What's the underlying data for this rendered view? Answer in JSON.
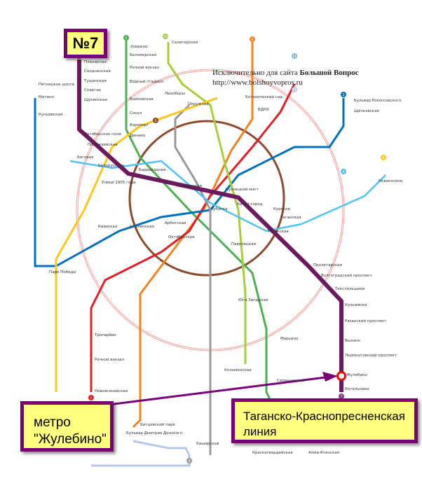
{
  "credit": {
    "line1_prefix": "Исключительно для сайта ",
    "line1_bold": "Большой Вопрос",
    "line2": "http://www.bolshoyvopros.ru"
  },
  "callouts": {
    "line_number": "№7",
    "station_line1": "метро",
    "station_line2": "\"Жулебино\"",
    "line_name_1": "Таганско-Краснопресненская",
    "line_name_2": "линия"
  },
  "colors": {
    "line7": "#6b1a5e",
    "highlight": "#ff0000",
    "callout_bg": "#ffff80",
    "callout_border": "#7a0078"
  },
  "line7": {
    "number": "7",
    "stations": [
      "Планерная",
      "Сходненская",
      "Тушинская",
      "Спартак",
      "Щукинская",
      "Октябрьское поле",
      "Полежаевская",
      "Беговая",
      "Улица 1905 года",
      "Баррикадная",
      "Пушкинская",
      "Кузнецкий мост",
      "Китай-город",
      "Таганская",
      "Пролетарская",
      "Волгоградский проспект",
      "Текстильщики",
      "Кузьминки",
      "Рязанский проспект",
      "Выхино",
      "Лермонтовский проспект",
      "Жулебино",
      "Котельники"
    ]
  },
  "other_stations": [
    "Ховрино",
    "Беломорская",
    "Речной вокзал",
    "Водный стадион",
    "Войковская",
    "Сокол",
    "Аэропорт",
    "Динамо",
    "Белорусская",
    "Селигерская",
    "Окружная",
    "Лихоборы",
    "ВДНХ",
    "Ботанический сад",
    "Бульвар Рокоссовского",
    "Щёлковская",
    "Парк Победы",
    "Киевская",
    "Смоленская",
    "Арбатская",
    "Лубянка",
    "Курская",
    "Октябрьская",
    "Павелецкая",
    "Таганская",
    "Новокосино",
    "Марьино",
    "Алма-Атинская",
    "Красногвардейская",
    "Саларьевская",
    "Новоясеневская",
    "Битцевский парк",
    "Бульвар Дмитрия Донского",
    "Каширская",
    "Коломенская",
    "Юго-Западная",
    "Тропарёво",
    "Речной вокзал",
    "Пятницкое шоссе",
    "Митино",
    "Кунцевская"
  ],
  "line_numbers": [
    "1",
    "2",
    "3",
    "4",
    "5",
    "6",
    "8",
    "9",
    "10",
    "11",
    "12"
  ]
}
